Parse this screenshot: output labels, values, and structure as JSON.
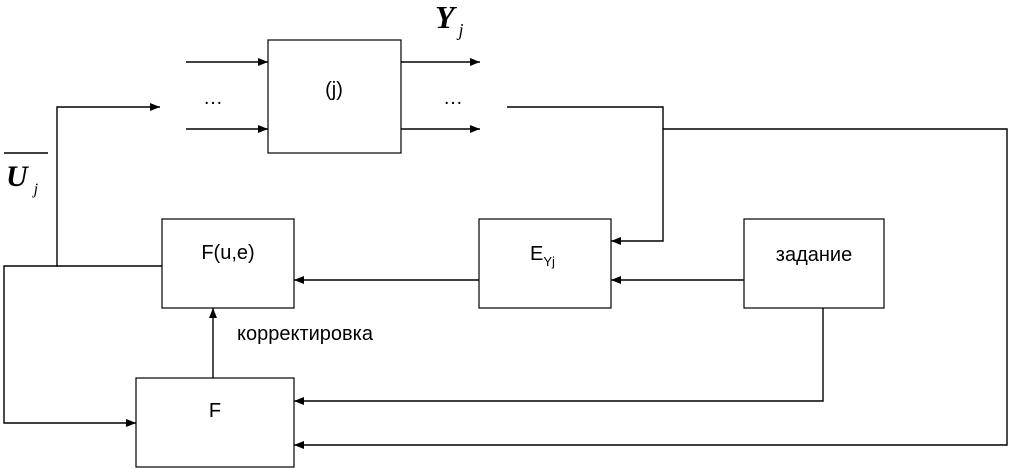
{
  "blocks": {
    "process": "(j)",
    "controller": "F(u,e)",
    "error_main": "E",
    "error_sub": "Yj",
    "setpoint": "задание",
    "adapter": "F"
  },
  "labels": {
    "output_main": "Y",
    "output_sub": "j",
    "control_main": "U",
    "control_sub": "j",
    "correction": "корректировка",
    "ellipsis_in": "…",
    "ellipsis_out": "…"
  },
  "colors": {
    "line": "#000000",
    "background": "#ffffff"
  }
}
